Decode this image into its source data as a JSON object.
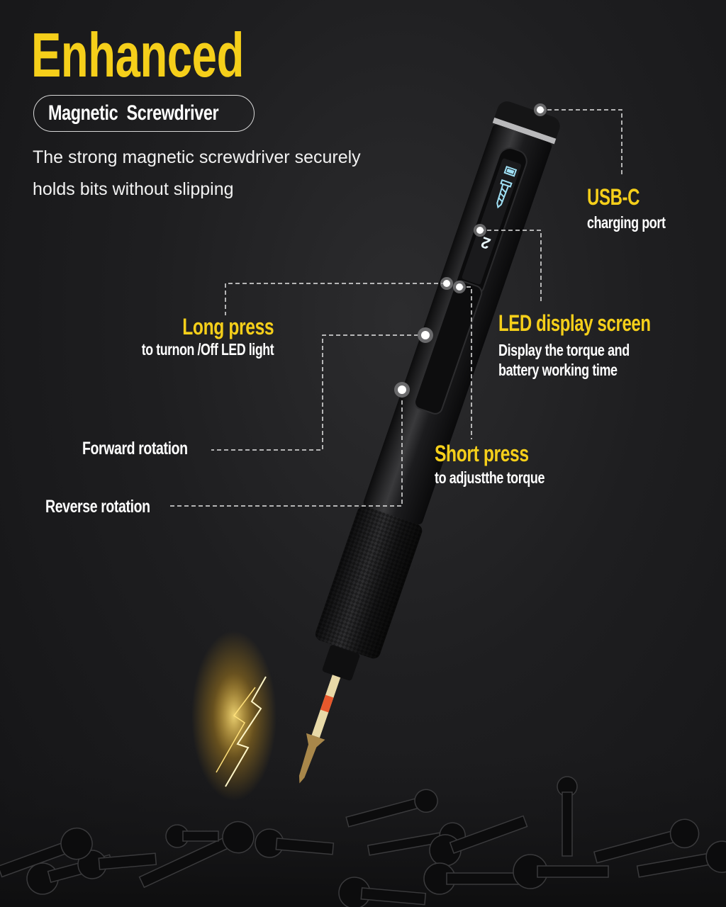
{
  "header": {
    "headline": "Enhanced",
    "pill_label": "Magnetic  Screwdriver",
    "description_line1": "The strong magnetic screwdriver securely",
    "description_line2": "holds bits without slipping"
  },
  "callouts": {
    "usb_c": {
      "title": "USB-C",
      "subtitle": "charging port"
    },
    "led_display": {
      "title": "LED display screen",
      "subtitle_line1": "Display the torque and",
      "subtitle_line2": "battery working time"
    },
    "long_press": {
      "title": "Long press",
      "subtitle": "to turnon /Off LED light"
    },
    "short_press": {
      "title": "Short press",
      "subtitle": "to adjustthe torque"
    },
    "forward_rotation": {
      "label": "Forward rotation"
    },
    "reverse_rotation": {
      "label": "Reverse rotation"
    }
  },
  "device": {
    "display_torque_level": "2",
    "display_icons": [
      "battery-icon",
      "screw-icon"
    ]
  },
  "colors": {
    "accent_yellow": "#f5cf1a",
    "background": "#1e1e20",
    "display_cyan": "#9fe0f5",
    "text_white": "#ffffff"
  }
}
